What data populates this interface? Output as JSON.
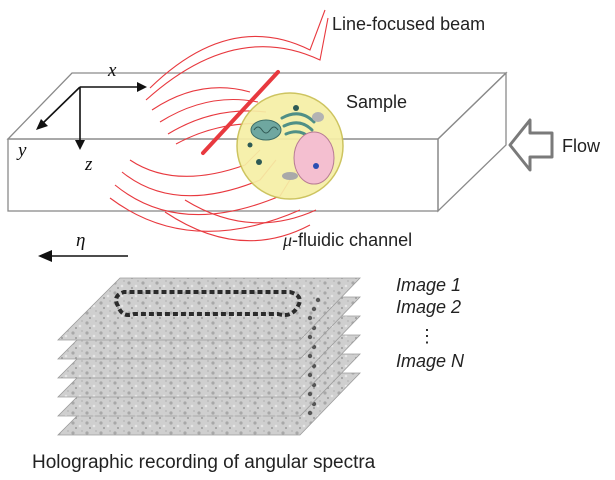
{
  "labels": {
    "beam": "Line-focused beam",
    "sample": "Sample",
    "flow": "Flow",
    "channel_mu": "μ",
    "channel": "-fluidic channel",
    "eta": "η",
    "axis_x": "x",
    "axis_y": "y",
    "axis_z": "z"
  },
  "images": [
    "Image 1",
    "Image 2",
    "⋮",
    "Image N"
  ],
  "caption": "Holographic recording of angular spectra",
  "colors": {
    "beam": "#e8393f",
    "sample_fill": "#f6efa6",
    "channel_edge": "#8a8a8a",
    "organelle": "#4f8f86",
    "nucleus": "#f4bfd0"
  }
}
